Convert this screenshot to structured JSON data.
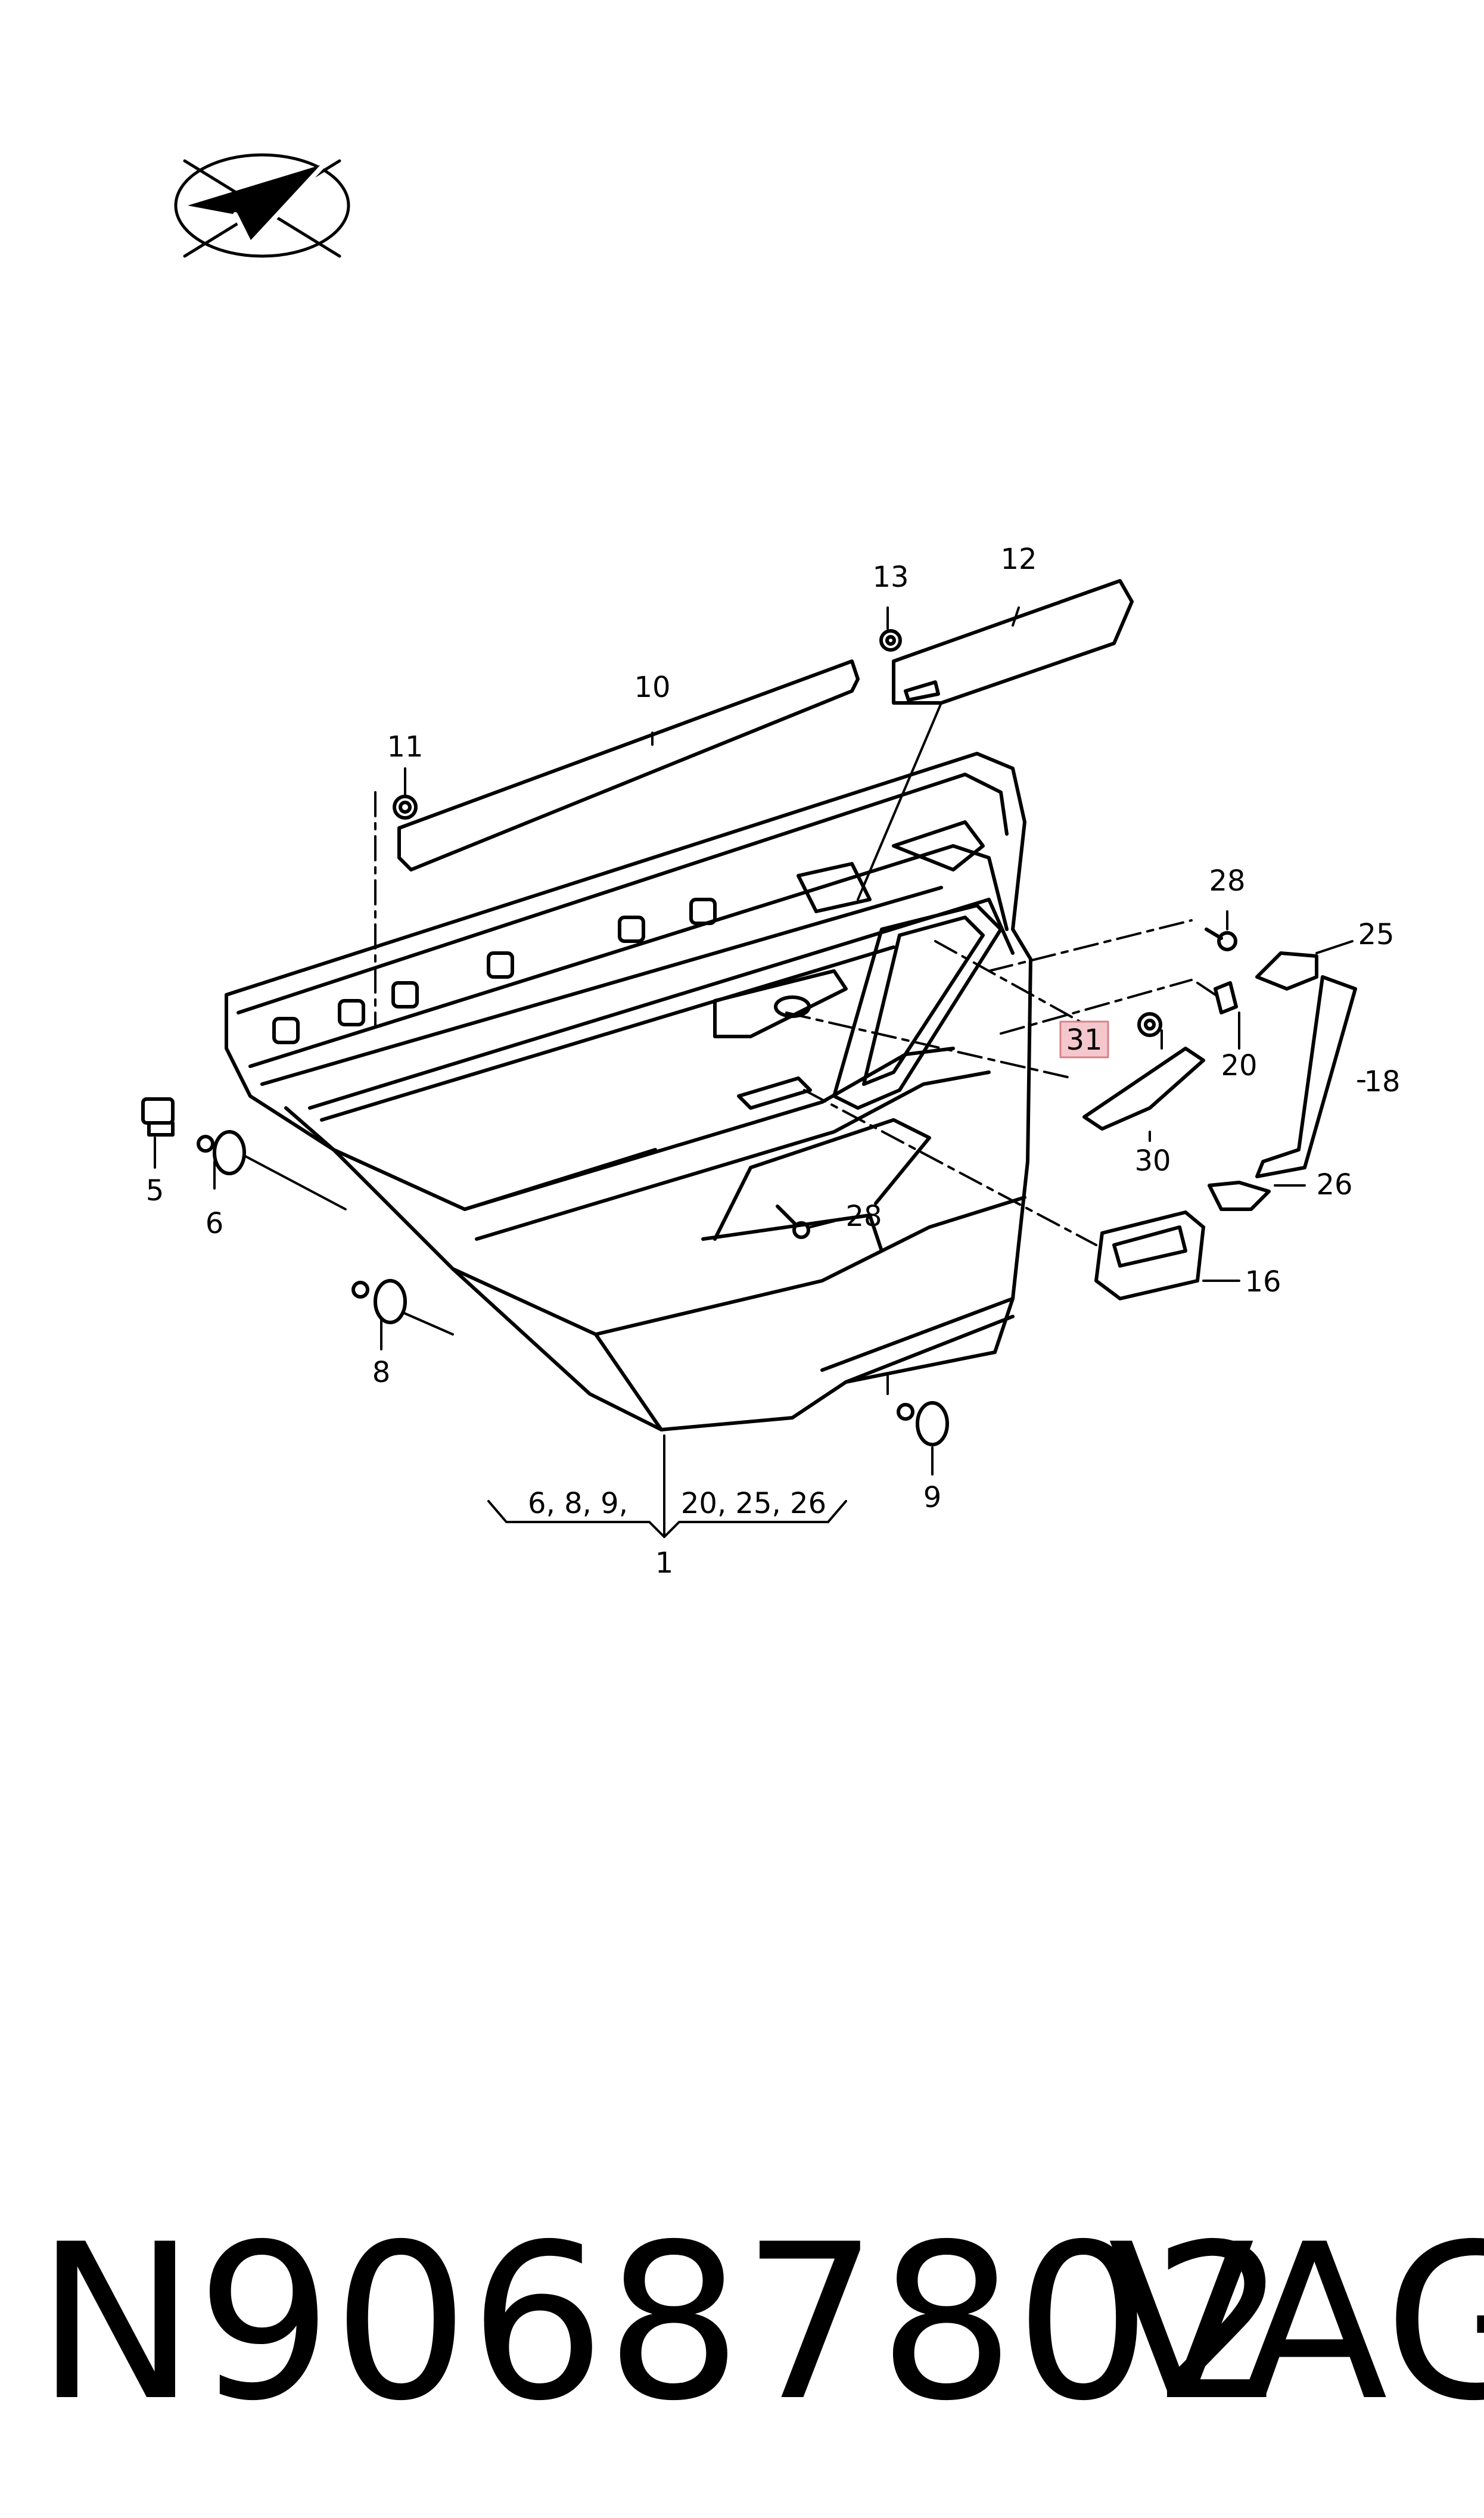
{
  "diagram": {
    "callouts": {
      "c1": "1",
      "c5": "5",
      "c6": "6",
      "c8": "8",
      "c9": "9",
      "c10": "10",
      "c11": "11",
      "c12": "12",
      "c13": "13",
      "c16": "16",
      "c18": "18",
      "c20": "20",
      "c25": "25",
      "c26": "26",
      "c28a": "28",
      "c28b": "28",
      "c30": "30",
      "c31": "31"
    },
    "group_left": "6, 8, 9,",
    "group_right": "20, 25, 26",
    "highlight_color": "#f4c7cc"
  },
  "footer": {
    "part_number": "N90687802",
    "brand": "VAG"
  }
}
